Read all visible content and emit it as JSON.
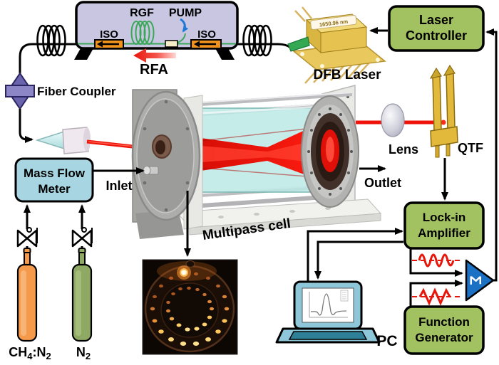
{
  "rfa": {
    "rgf": "RGF",
    "pump": "PUMP",
    "iso_left": "ISO",
    "iso_right": "ISO",
    "name": "RFA"
  },
  "dfb": {
    "wavelength": "1650.96 nm",
    "name": "DFB Laser"
  },
  "laser_controller": {
    "line1": "Laser",
    "line2": "Controller"
  },
  "fiber_coupler": {
    "label": "Fiber Coupler"
  },
  "mass_flow_meter": {
    "line1": "Mass Flow",
    "line2": "Meter"
  },
  "ports": {
    "inlet": "Inlet",
    "outlet": "Outlet"
  },
  "optics": {
    "lens": "Lens",
    "qtf": "QTF"
  },
  "cell": {
    "label": "Multipass cell"
  },
  "lock_in": {
    "line1": "Lock-in",
    "line2": "Amplifier"
  },
  "function_generator": {
    "line1": "Function",
    "line2": "Generator"
  },
  "adder": {
    "symbol": "Σ"
  },
  "pc": {
    "label": "PC"
  },
  "gases": {
    "ch4n2": {
      "main1": "CH",
      "sub1": "4",
      "main2": ":N",
      "sub2": "2"
    },
    "n2": {
      "main": "N",
      "sub": "2"
    }
  },
  "colors": {
    "green_box": "#a2c161",
    "lavender_box": "#c9c6e2",
    "light_blue_box": "#a7d6e2",
    "beam_red": "#e8150b",
    "isolator_orange": "#f0921e",
    "adder_blue": "#1b72c4",
    "cylinder_orange": "#f59a4a",
    "cylinder_green": "#8ea963",
    "fiber_green": "#3aa858",
    "gold": "#e3b93c",
    "pc_blue": "#8fc7da"
  }
}
